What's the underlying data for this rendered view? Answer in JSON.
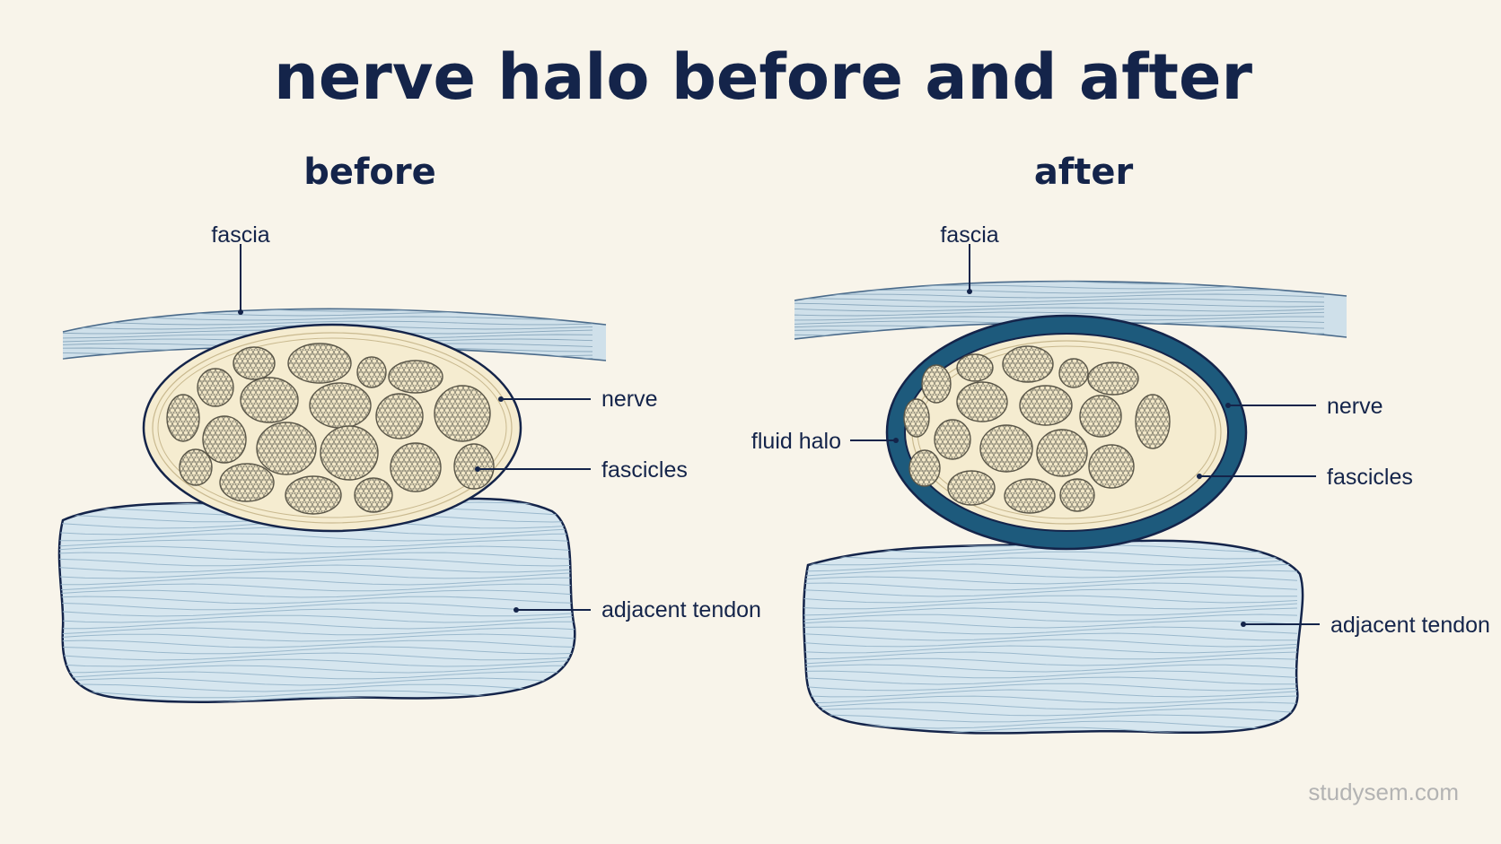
{
  "title": "nerve halo before and after",
  "panels": {
    "before": {
      "heading": "before",
      "labels": {
        "fascia": "fascia",
        "nerve": "nerve",
        "fascicles": "fascicles",
        "tendon": "adjacent tendon"
      }
    },
    "after": {
      "heading": "after",
      "labels": {
        "fascia": "fascia",
        "halo": "fluid halo",
        "nerve": "nerve",
        "fascicles": "fascicles",
        "tendon": "adjacent tendon"
      }
    }
  },
  "watermark": "studysem.com",
  "colors": {
    "background": "#f8f4ea",
    "text": "#14244a",
    "fascia": "#cfe0ea",
    "nerve_fill": "#f5ecd0",
    "fascicle_cell": "#f2e7c6",
    "tendon": "#d6e6ef",
    "fluid_halo": "#1d5a7c"
  }
}
